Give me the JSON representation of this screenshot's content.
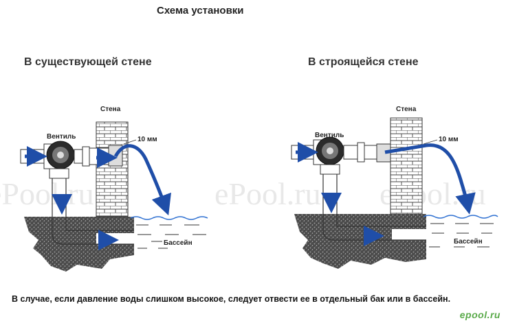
{
  "title": "Схема установки",
  "left": {
    "heading": "В существующей стене",
    "wall_label": "Стена",
    "valve_label": "Вентиль",
    "gap_label": "10 мм",
    "pool_label": "Бассейн"
  },
  "right": {
    "heading": "В строящейся стене",
    "wall_label": "Стена",
    "valve_label": "Вентиль",
    "gap_label": "10 мм",
    "pool_label": "Бассейн"
  },
  "caption": "В случае, если давление воды слишком высокое, следует отвести ее в отдельный бак или в бассейн.",
  "watermarks": [
    "ePool.ru",
    "ePool.ru",
    "ePool.ru"
  ],
  "corner_watermark": "epool.ru",
  "colors": {
    "flow": "#1f4ea8",
    "pipe_stroke": "#333333",
    "ground": "#3a3a3a",
    "water": "#2d6fd1"
  }
}
